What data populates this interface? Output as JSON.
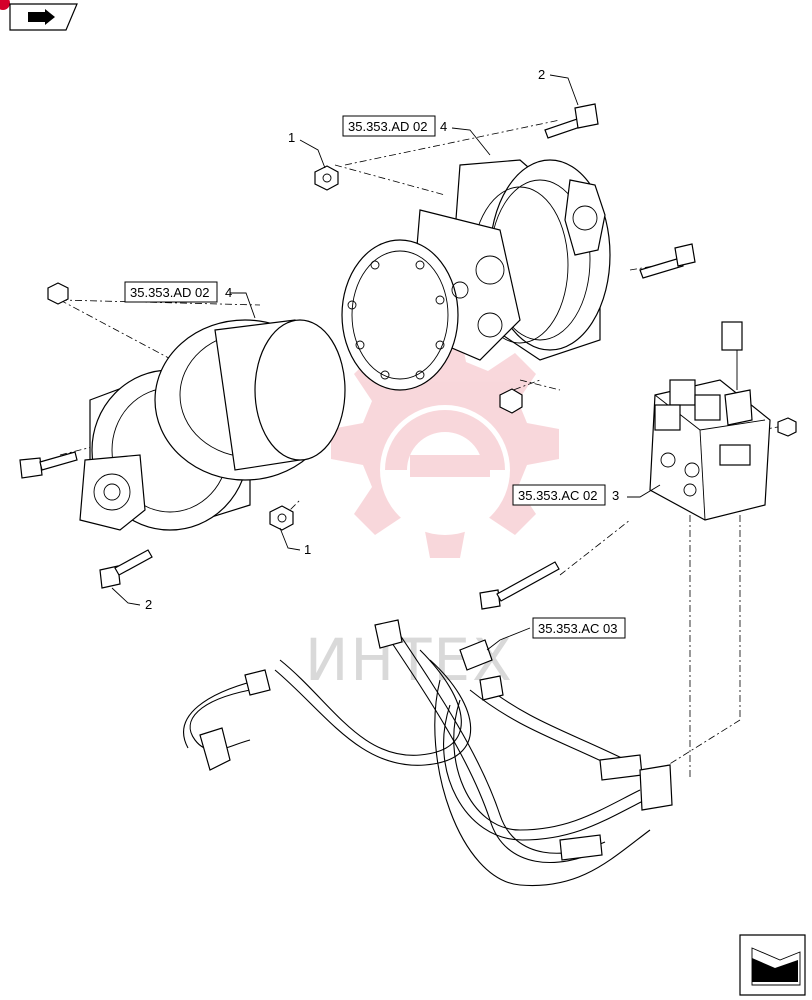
{
  "refs": {
    "motor_upper": "35.353.AD 02",
    "motor_lower": "35.353.AD 02",
    "valve": "35.353.AC 02",
    "hoses": "35.353.AC 03"
  },
  "callouts": {
    "nut_upper": "1",
    "bolt_upper": "2",
    "motor_upper": "4",
    "motor_lower": "4",
    "nut_lower": "1",
    "bolt_lower": "2",
    "valve": "3"
  },
  "watermark": {
    "text": "ИНТЕХ",
    "color": "#f4b8bf"
  },
  "colors": {
    "line": "#000000",
    "watermark_gear": "#f4b8bf",
    "corner_badge": "#d4002a"
  },
  "icons": {
    "top_left": "arrow-icon",
    "bottom_right": "arrow-icon"
  }
}
